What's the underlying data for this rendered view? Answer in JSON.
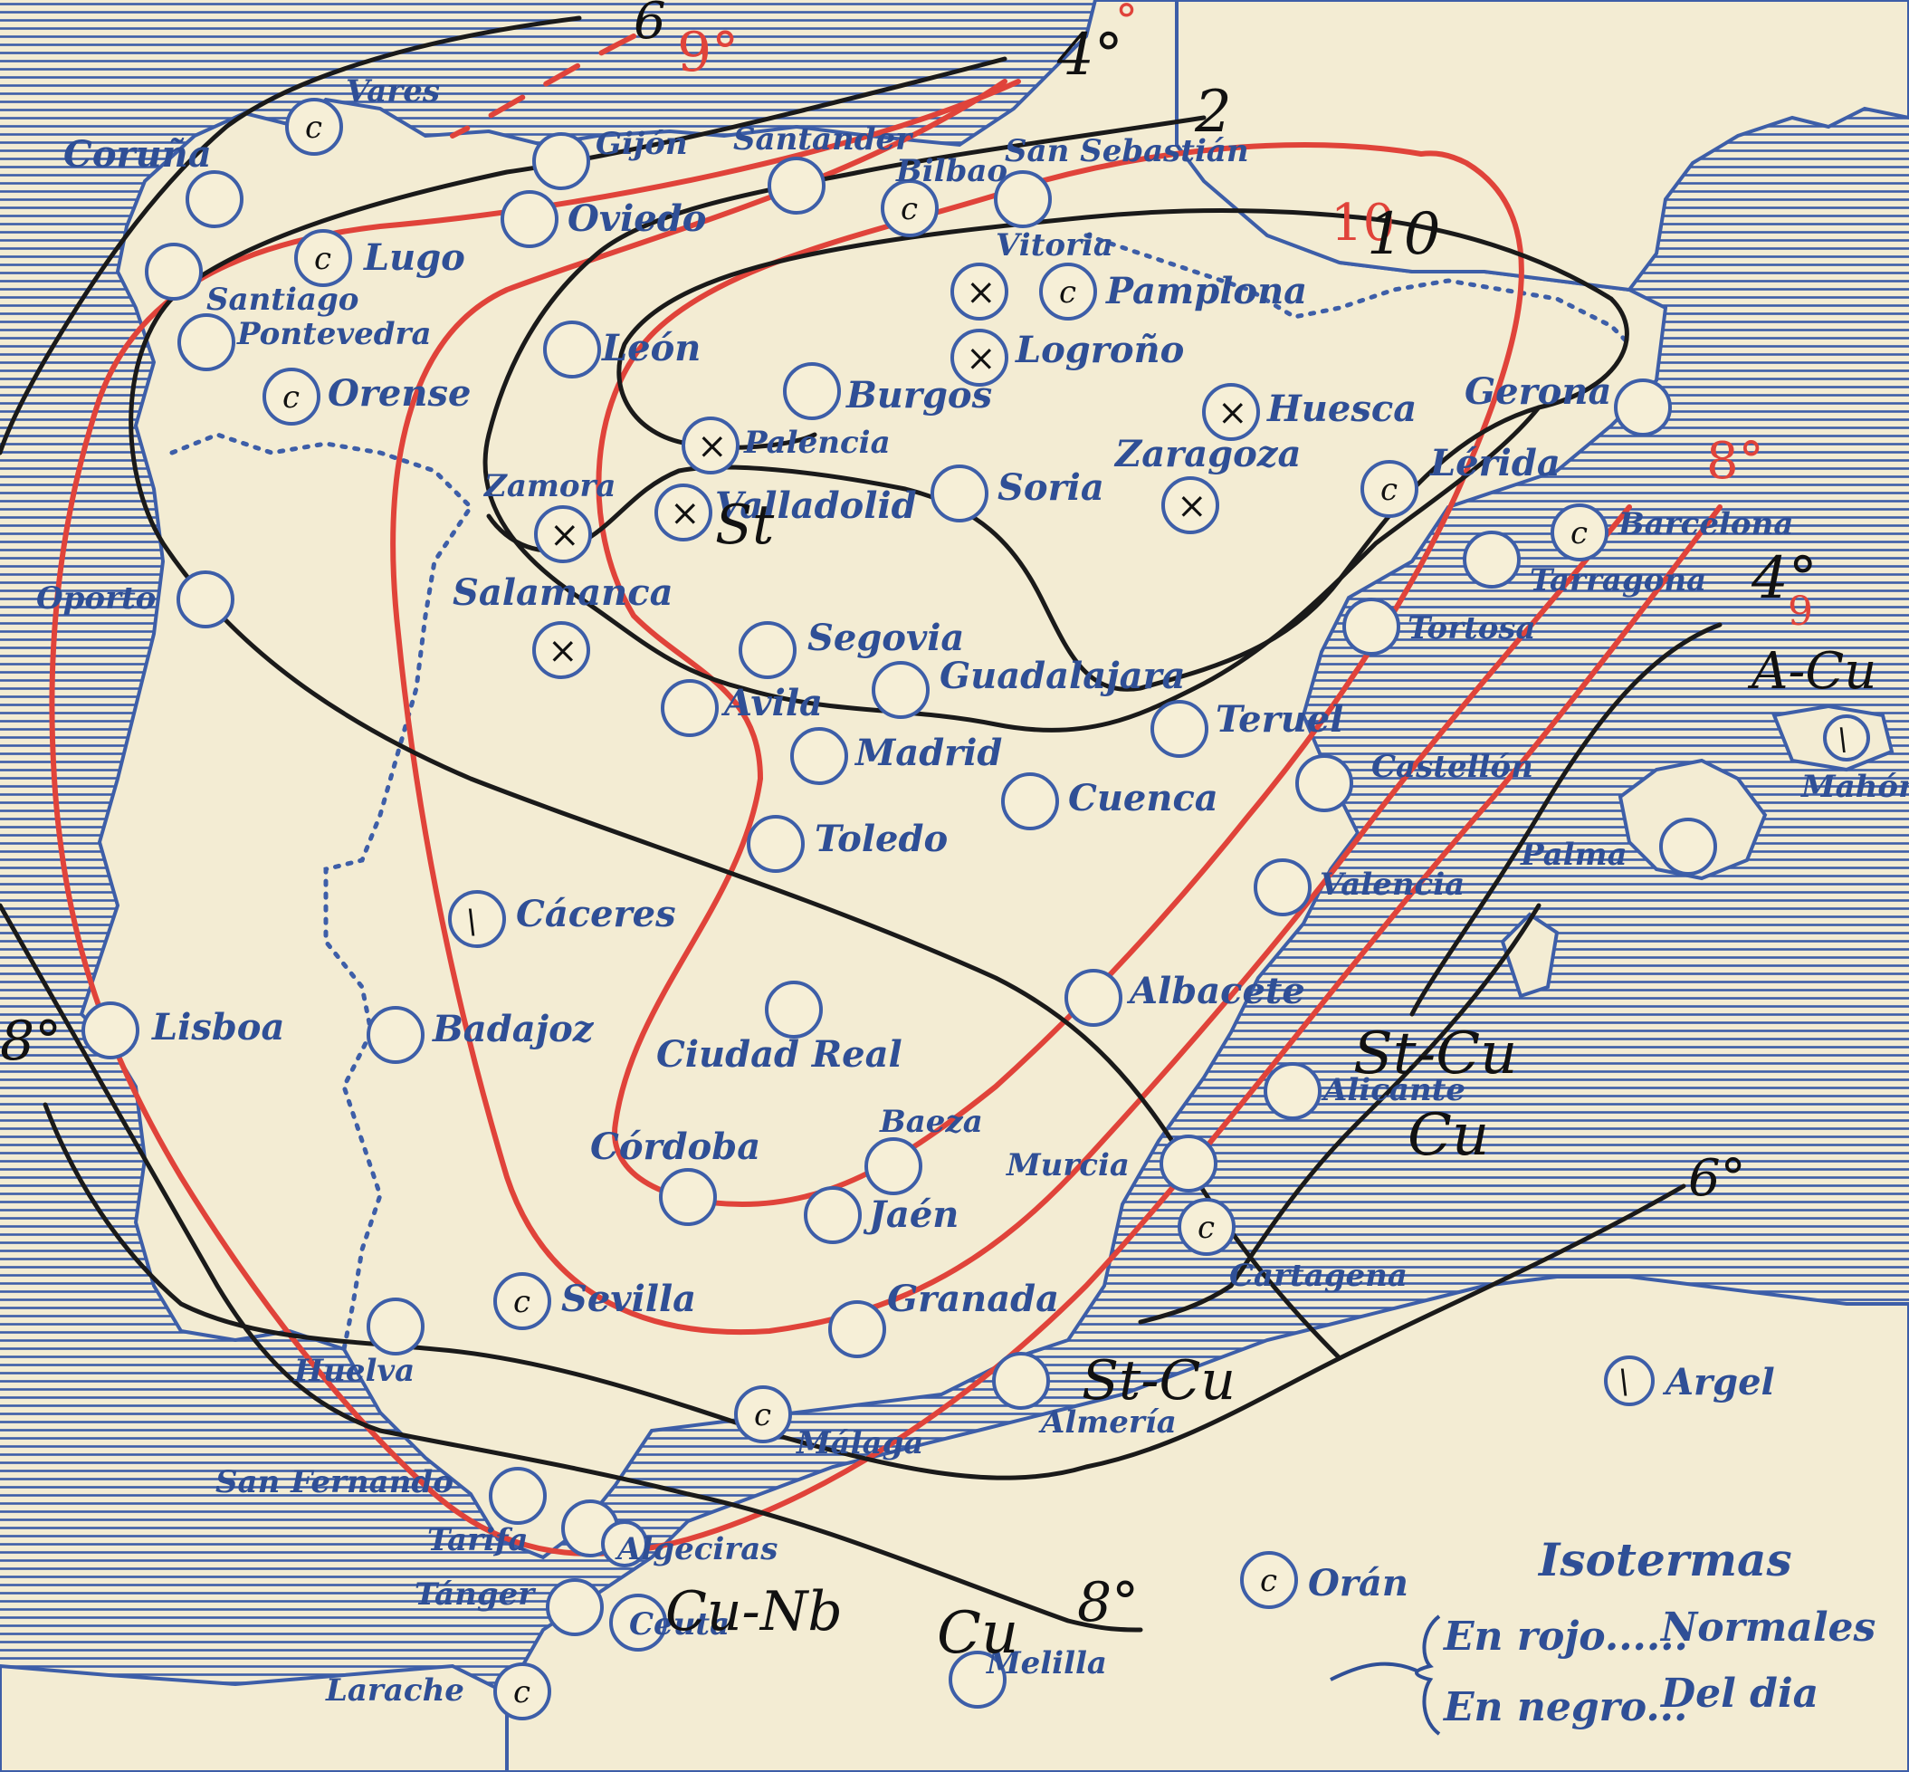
{
  "colors": {
    "paper": "#f3ecd3",
    "sea_hatch": "#3d5ea8",
    "labels": "#2f4f96",
    "normal_isotherms": "#e0433a",
    "daily_isotherms": "#111111"
  },
  "stations": [
    {
      "name": "Coruña",
      "sym": ""
    },
    {
      "name": "Vares",
      "sym": "c"
    },
    {
      "name": "Gijón",
      "sym": ""
    },
    {
      "name": "Oviedo",
      "sym": ""
    },
    {
      "name": "Santander",
      "sym": ""
    },
    {
      "name": "Bilbao",
      "sym": "c"
    },
    {
      "name": "San Sebastián",
      "sym": ""
    },
    {
      "name": "Lugo",
      "sym": "c"
    },
    {
      "name": "Santiago",
      "sym": ""
    },
    {
      "name": "Pontevedra",
      "sym": ""
    },
    {
      "name": "Orense",
      "sym": "c"
    },
    {
      "name": "León",
      "sym": ""
    },
    {
      "name": "Vitoria",
      "sym": "x"
    },
    {
      "name": "Pamplona",
      "sym": "c"
    },
    {
      "name": "Logroño",
      "sym": "x"
    },
    {
      "name": "Burgos",
      "sym": ""
    },
    {
      "name": "Huesca",
      "sym": "x"
    },
    {
      "name": "Gerona",
      "sym": ""
    },
    {
      "name": "Palencia",
      "sym": "x"
    },
    {
      "name": "Zamora",
      "sym": "x"
    },
    {
      "name": "Valladolid",
      "sym": "x"
    },
    {
      "name": "Soria",
      "sym": ""
    },
    {
      "name": "Zaragoza",
      "sym": "x"
    },
    {
      "name": "Lérida",
      "sym": "c"
    },
    {
      "name": "Barcelona",
      "sym": "c"
    },
    {
      "name": "Tarragona",
      "sym": ""
    },
    {
      "name": "Oporto",
      "sym": ""
    },
    {
      "name": "Salamanca",
      "sym": "x"
    },
    {
      "name": "Tortosa",
      "sym": ""
    },
    {
      "name": "Segovia",
      "sym": ""
    },
    {
      "name": "Guadalajara",
      "sym": ""
    },
    {
      "name": "Avila",
      "sym": ""
    },
    {
      "name": "Madrid",
      "sym": ""
    },
    {
      "name": "Teruel",
      "sym": ""
    },
    {
      "name": "Cuenca",
      "sym": ""
    },
    {
      "name": "Castellón",
      "sym": ""
    },
    {
      "name": "Mahón",
      "sym": "b"
    },
    {
      "name": "Toledo",
      "sym": ""
    },
    {
      "name": "Palma",
      "sym": ""
    },
    {
      "name": "Cáceres",
      "sym": "b"
    },
    {
      "name": "Valencia",
      "sym": ""
    },
    {
      "name": "Albacete",
      "sym": ""
    },
    {
      "name": "Lisboa",
      "sym": ""
    },
    {
      "name": "Badajoz",
      "sym": ""
    },
    {
      "name": "Ciudad Real",
      "sym": ""
    },
    {
      "name": "Alicante",
      "sym": ""
    },
    {
      "name": "Baeza",
      "sym": ""
    },
    {
      "name": "Córdoba",
      "sym": ""
    },
    {
      "name": "Murcia",
      "sym": ""
    },
    {
      "name": "Jaén",
      "sym": ""
    },
    {
      "name": "Cartagena",
      "sym": "c"
    },
    {
      "name": "Sevilla",
      "sym": "c"
    },
    {
      "name": "Granada",
      "sym": ""
    },
    {
      "name": "Huelva",
      "sym": ""
    },
    {
      "name": "Almería",
      "sym": ""
    },
    {
      "name": "Argel",
      "sym": "b"
    },
    {
      "name": "Málaga",
      "sym": "c"
    },
    {
      "name": "San Fernando",
      "sym": ""
    },
    {
      "name": "Tarifa",
      "sym": ""
    },
    {
      "name": "Algeciras",
      "sym": ""
    },
    {
      "name": "Orán",
      "sym": "c"
    },
    {
      "name": "Tánger",
      "sym": ""
    },
    {
      "name": "Ceuta",
      "sym": ""
    },
    {
      "name": "Melilla",
      "sym": ""
    },
    {
      "name": "Larache",
      "sym": "c"
    }
  ],
  "annotations": [
    {
      "id": "ann-6",
      "text": "6",
      "color": "black"
    },
    {
      "id": "ann-9",
      "text": "9°",
      "color": "red"
    },
    {
      "id": "ann-4-top",
      "text": "4°",
      "color": "black"
    },
    {
      "id": "ann-0-top",
      "text": "°",
      "color": "red"
    },
    {
      "id": "ann-2",
      "text": "2",
      "color": "black"
    },
    {
      "id": "ann-10-red",
      "text": "10",
      "color": "red"
    },
    {
      "id": "ann-10-black",
      "text": "10",
      "color": "black"
    },
    {
      "id": "ann-st-valladolid",
      "text": "St",
      "color": "black"
    },
    {
      "id": "ann-8-red",
      "text": "8°",
      "color": "red"
    },
    {
      "id": "ann-4-right",
      "text": "4°",
      "color": "black"
    },
    {
      "id": "ann-9-red-right",
      "text": "9",
      "color": "red"
    },
    {
      "id": "ann-a-cu",
      "text": "A-Cu",
      "color": "black"
    },
    {
      "id": "ann-8-lisboa",
      "text": "8°",
      "color": "black"
    },
    {
      "id": "ann-st-cu-alicante",
      "text": "St-Cu",
      "color": "black"
    },
    {
      "id": "ann-cu-alicante",
      "text": "Cu",
      "color": "black"
    },
    {
      "id": "ann-6-right",
      "text": "6°",
      "color": "black"
    },
    {
      "id": "ann-st-cu-almeria",
      "text": "St-Cu",
      "color": "black"
    },
    {
      "id": "ann-cu-nb",
      "text": "Cu-Nb",
      "color": "black"
    },
    {
      "id": "ann-cu-south",
      "text": "Cu",
      "color": "black"
    },
    {
      "id": "ann-8-south",
      "text": "8°",
      "color": "black"
    }
  ],
  "legend": {
    "title": "Isotermas",
    "row1_key": "En rojo......",
    "row1_value": "Normales",
    "row2_key": "En negro...",
    "row2_value": "Del dia"
  }
}
